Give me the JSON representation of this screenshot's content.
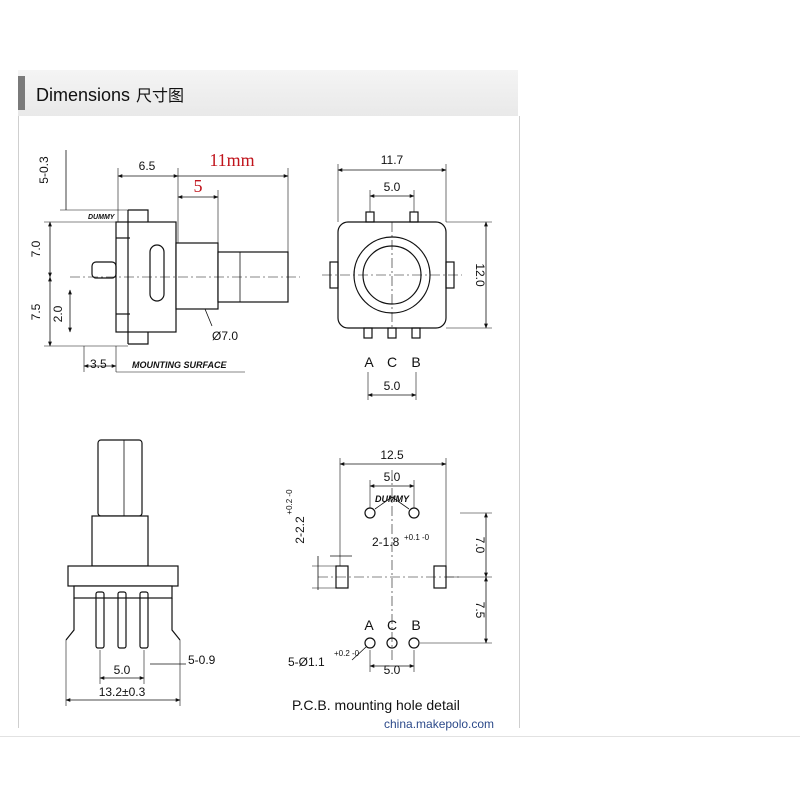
{
  "header": {
    "title": "Dimensions",
    "title_cn": "尺寸图"
  },
  "side_view": {
    "dim_5_03": "5-0.3",
    "dim_65": "6.5",
    "annot_11mm": "11mm",
    "annot_5": "5",
    "dummy": "DUMMY",
    "dim_70": "7.0",
    "dim_75": "7.5",
    "dim_20": "2.0",
    "dim_phi70": "Ø7.0",
    "dim_35": "3.5",
    "mounting_surface": "MOUNTING SURFACE"
  },
  "top_view": {
    "dim_117": "11.7",
    "dim_50_top": "5.0",
    "dim_120": "12.0",
    "pin_a": "A",
    "pin_c": "C",
    "pin_b": "B",
    "dim_50_bottom": "5.0"
  },
  "front_view": {
    "dim_50": "5.0",
    "dim_5_09": "5-0.9",
    "dim_132": "13.2±0.3"
  },
  "pcb_view": {
    "dim_125": "12.5",
    "dim_50_top": "5.0",
    "dummy": "DUMMY",
    "dim_2_22": "2-2.2",
    "tol_2_22": "+0.2 -0",
    "dim_2_18": "2-1.8",
    "tol_2_18": "+0.1 -0",
    "dim_70": "7.0",
    "dim_75": "7.5",
    "pin_a": "A",
    "pin_c": "C",
    "pin_b": "B",
    "dim_5_11": "5-Ø1.1",
    "tol_5_11": "+0.2 -0",
    "dim_50_bottom": "5.0",
    "caption": "P.C.B. mounting hole detail"
  },
  "watermark": "china.makepolo.com",
  "colors": {
    "annotation_red": "#c0141c",
    "line": "#111111",
    "header_bar": "#7a7a7a",
    "watermark": "#2c4a8a"
  }
}
